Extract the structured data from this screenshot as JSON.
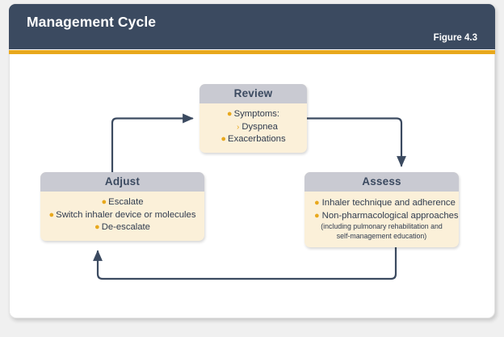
{
  "header": {
    "title": "Management Cycle",
    "figure_label": "Figure 4.3",
    "band_color": "#3b4a60",
    "rule_color": "#e8a81d"
  },
  "theme": {
    "box_header_color": "#c9cad2",
    "box_body_color": "#fbf0d9",
    "bullet_color": "#e8a81d",
    "text_color": "#2f3b4e",
    "connector_color": "#3b4a60",
    "card_color": "#ffffff"
  },
  "diagram": {
    "type": "cycle",
    "nodes": [
      {
        "id": "review",
        "title": "Review",
        "items": [
          {
            "text": "Symptoms:",
            "level": 1,
            "marker": "bullet"
          },
          {
            "text": "Dyspnea",
            "level": 2,
            "marker": "chevron"
          },
          {
            "text": "Exacerbations",
            "level": 1,
            "marker": "bullet"
          }
        ]
      },
      {
        "id": "adjust",
        "title": "Adjust",
        "items": [
          {
            "text": "Escalate",
            "level": 1,
            "marker": "bullet"
          },
          {
            "text": "Switch inhaler device or molecules",
            "level": 1,
            "marker": "bullet"
          },
          {
            "text": "De-escalate",
            "level": 1,
            "marker": "bullet"
          }
        ]
      },
      {
        "id": "assess",
        "title": "Assess",
        "items": [
          {
            "text": "Inhaler technique and adherence",
            "level": 1,
            "marker": "bullet"
          },
          {
            "text": "Non-pharmacological approaches",
            "level": 1,
            "marker": "bullet"
          }
        ],
        "note_lines": [
          "(including pulmonary rehabilitation and",
          "self-management education)"
        ]
      }
    ],
    "edges": [
      {
        "from": "adjust",
        "to": "review",
        "label": ""
      },
      {
        "from": "review",
        "to": "assess",
        "label": ""
      },
      {
        "from": "assess",
        "to": "adjust",
        "label": ""
      }
    ]
  },
  "nodes_text": {
    "review": {
      "title": "Review",
      "i0": "Symptoms:",
      "i1": "Dyspnea",
      "i2": "Exacerbations"
    },
    "adjust": {
      "title": "Adjust",
      "i0": "Escalate",
      "i1": "Switch inhaler device or molecules",
      "i2": "De-escalate"
    },
    "assess": {
      "title": "Assess",
      "i0": "Inhaler technique and adherence",
      "i1": "Non-pharmacological approaches",
      "n0": "(including pulmonary rehabilitation and",
      "n1": "self-management education)"
    }
  }
}
